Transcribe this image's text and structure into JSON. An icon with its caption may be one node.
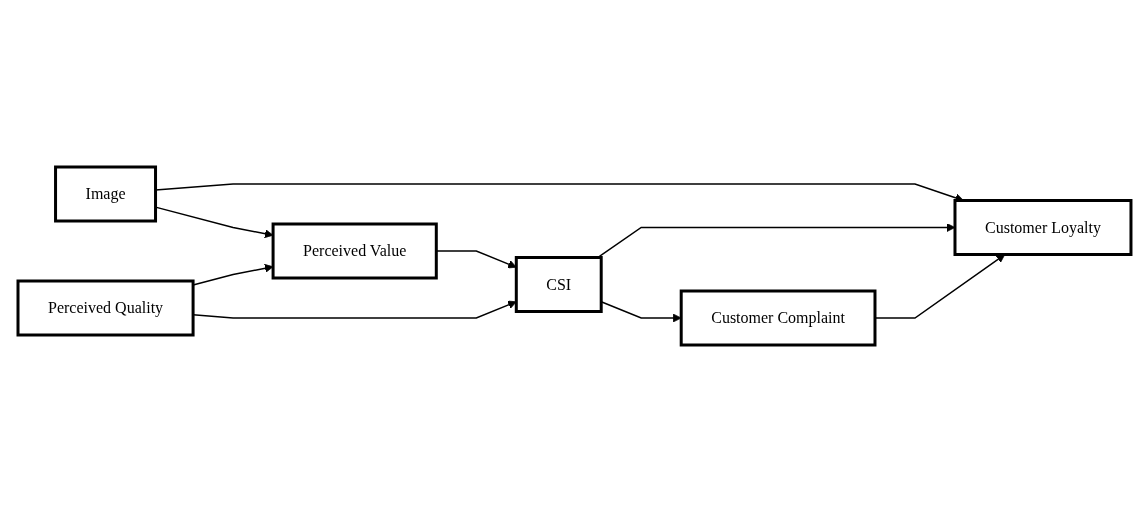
{
  "diagram": {
    "nodes": [
      {
        "text": [
          "Image"
        ]
      },
      {
        "text": [
          "Customer Loyalty"
        ]
      },
      {
        "text": [
          "Perceived Value"
        ]
      },
      {
        "text": [
          "CSI"
        ]
      },
      {
        "text": [
          "Perceived Quality"
        ]
      },
      {
        "text": [
          "Customer Complaint"
        ]
      }
    ],
    "edges": [
      {
        "from": 0,
        "to": 1,
        "arrow": "to"
      },
      {
        "from": 0,
        "to": 2,
        "arrow": "to"
      },
      {
        "from": 2,
        "to": 3,
        "arrow": "to"
      },
      {
        "from": 3,
        "to": 1,
        "arrow": "to"
      },
      {
        "from": 3,
        "to": 5,
        "arrow": "to"
      },
      {
        "from": 5,
        "to": 1,
        "arrow": "to"
      },
      {
        "from": 4,
        "to": 2,
        "arrow": "to"
      },
      {
        "from": 4,
        "to": 3,
        "arrow": "to"
      }
    ]
  }
}
